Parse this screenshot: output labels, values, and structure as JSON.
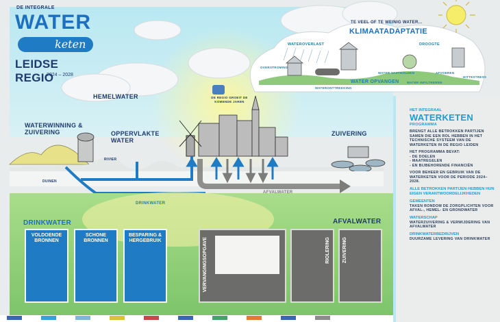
{
  "logo": {
    "top": "DE INTEGRALE",
    "water": "WATER",
    "keten": "keten",
    "region": "LEIDSE REGIO",
    "years": "2024 – 2028"
  },
  "climate": {
    "intro": "TE VEEL OF TE WEINIG WATER...",
    "title": "KLIMAATADAPTATIE",
    "labels": {
      "wateroverlast": "WATEROVERLAST",
      "droogte": "DROOGTE",
      "overstroming": "OVERSTROMING",
      "hittestress": "HITTESTRESS",
      "oppervlakte": "WATERONTTREKKING",
      "opvangen": "WATER OPVANGEN",
      "infiltratie": "WATER INFILTREREN",
      "vasthouden": "WATER VASTHOUDEN",
      "afvoeren": "AFVOEREN"
    }
  },
  "scene": {
    "hemelwater": "HEMELWATER",
    "groei": "DE REGIO GROEIT DE KOMENDE JAREN",
    "waterwinning": "WATERWINNING & ZUIVERING",
    "oppervlaktewater": "OPPERVLAKTE WATER",
    "zuivering": "ZUIVERING",
    "rivier": "RIVIER",
    "duinen": "DUINEN",
    "drinkwater_flow": "DRINKWATER",
    "afvalwater_flow": "AFVALWATER"
  },
  "drinkwater": {
    "title": "DRINKWATER",
    "cards": [
      {
        "label": "VOLDOENDE BRONNEN"
      },
      {
        "label": "SCHONE BRONNEN"
      },
      {
        "label": "BESPARING & HERGEBRUIK"
      }
    ]
  },
  "afvalwater": {
    "title": "AFVALWATER",
    "cards": [
      {
        "label": "VERVANGINGSOPGAVE"
      },
      {
        "label": "RIOLERING"
      },
      {
        "label": "ZUIVERING"
      }
    ]
  },
  "panel": {
    "kicker": "HET INTEGRAAL",
    "title": "WATERKETEN",
    "subtitle": "PROGRAMMA",
    "p1": "BRENGT ALLE BETROKKEN PARTIJEN SAMEN DIE EEN ROL HEBBEN IN HET TECHNISCHE SYSTEEM VAN DE WATERKETEN IN DE REGIO LEIDEN",
    "bevat": "HET PROGRAMMA BEVAT:",
    "list": [
      "- DE DOELEN",
      "- MAATREGELEN",
      "- EN BIJBEHORENDE FINANCIËN"
    ],
    "p2": "VOOR BEHEER EN GEBRUIK VAN DE WATERKETEN VOOR DE PERIODE 2024–2028.",
    "p3": "ALLE BETROKKEN PARTIJEN HEBBEN HUN EIGEN VERANTWOORDELIJKHEDEN",
    "gemeenten_h": "GEMEENTEN",
    "gemeenten_t": "TAKEN RONDOM DE ZORGPLICHTEN VOOR AFVAL-, HEMEL- EN GRONDWATER",
    "waterschap_h": "WATERSCHAP",
    "waterschap_t": "WATERZUIVERING & VERWIJDERING VAN AFVALWATER",
    "drinkwater_h": "DRINKWATERBEDRIJVEN",
    "drinkwater_t": "DUURZAME LEVERING VAN DRINKWATER"
  },
  "colors": {
    "sky": "#aee3ef",
    "water_blue": "#1f7bc3",
    "navy": "#1f3a6e",
    "sun_yellow": "#f4ee7a",
    "grass": "#8fcf73",
    "gray_panel": "#6c6c6a",
    "accent_cyan": "#1d9bd6"
  },
  "footer": {
    "logos": [
      "logo-1",
      "logo-2",
      "logo-3",
      "logo-4",
      "logo-5",
      "logo-6",
      "logo-7",
      "logo-8",
      "logo-9",
      "logo-10"
    ]
  }
}
